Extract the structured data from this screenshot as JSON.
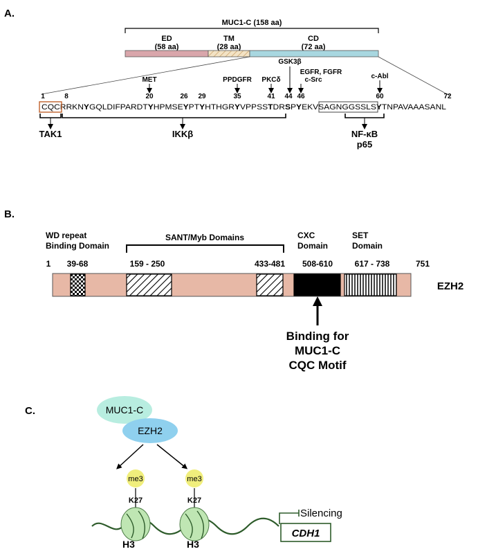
{
  "panel_a": {
    "label": "A.",
    "muc1c_title": "MUC1-C (158 aa)",
    "domains": [
      {
        "name": "ED",
        "length": "(58 aa)",
        "color": "#d9a6ab"
      },
      {
        "name": "TM",
        "length": "(28 aa)",
        "color": "#f3e3c5"
      },
      {
        "name": "CD",
        "length": "(72 aa)",
        "color": "#a8d7e0"
      }
    ],
    "sequence_segments": [
      {
        "text": "CQC",
        "bold": false
      },
      {
        "text": "RRKN",
        "bold": false
      },
      {
        "text": "Y",
        "bold": true
      },
      {
        "text": "GQLDIFPARDT",
        "bold": false
      },
      {
        "text": "Y",
        "bold": true
      },
      {
        "text": "HPMSE",
        "bold": false
      },
      {
        "text": "Y",
        "bold": true
      },
      {
        "text": "PT",
        "bold": false
      },
      {
        "text": "Y",
        "bold": true
      },
      {
        "text": "HTHGR",
        "bold": false
      },
      {
        "text": "Y",
        "bold": true
      },
      {
        "text": "VPPSS",
        "bold": false
      },
      {
        "text": "T",
        "bold": true
      },
      {
        "text": "DR",
        "bold": false
      },
      {
        "text": "S",
        "bold": true
      },
      {
        "text": "P",
        "bold": false
      },
      {
        "text": "Y",
        "bold": true
      },
      {
        "text": "EKV",
        "bold": false
      },
      {
        "text": "SAGNGGSSLS",
        "bold": false
      },
      {
        "text": "Y",
        "bold": true
      },
      {
        "text": "TNPAVAAASANL",
        "bold": false
      }
    ],
    "positions": [
      "1",
      "8",
      "20",
      "26",
      "29",
      "35",
      "41",
      "44",
      "46",
      "60",
      "72"
    ],
    "kinases": [
      "MET",
      "PPDGFR",
      "PKCδ",
      "GSK3β",
      "EGFR, FGFR",
      "c-Src",
      "c-Abl"
    ],
    "binding_partners": [
      "TAK1",
      "IKKβ",
      "NF-κB",
      "p65"
    ],
    "cqc_box_color": "#c0622c"
  },
  "panel_b": {
    "label": "B.",
    "protein": "EZH2",
    "start": "1",
    "end": "751",
    "bar_color": "#e7b8a6",
    "domain_titles": {
      "wd_line1": "WD repeat",
      "wd_line2": "Binding Domain",
      "sant": "SANT/Myb Domains",
      "cxc_line1": "CXC",
      "cxc_line2": "Domain",
      "set_line1": "SET",
      "set_line2": "Domain"
    },
    "ranges": [
      "39-68",
      "159 - 250",
      "433-481",
      "508-610",
      "617 - 738"
    ],
    "binding_note": [
      "Binding for",
      "MUC1-C",
      "CQC Motif"
    ]
  },
  "panel_c": {
    "label": "C.",
    "muc1c": "MUC1-C",
    "ezh2": "EZH2",
    "mark": "me3",
    "residue": "K27",
    "histone": "H3",
    "silencing": "Silencing",
    "gene": "CDH1",
    "colors": {
      "muc1c": "#b8ede0",
      "ezh2": "#8fd0ee",
      "me3": "#f0ee7c",
      "nucleosome": "#bfe6b3",
      "dna": "#2d5b2a"
    }
  }
}
